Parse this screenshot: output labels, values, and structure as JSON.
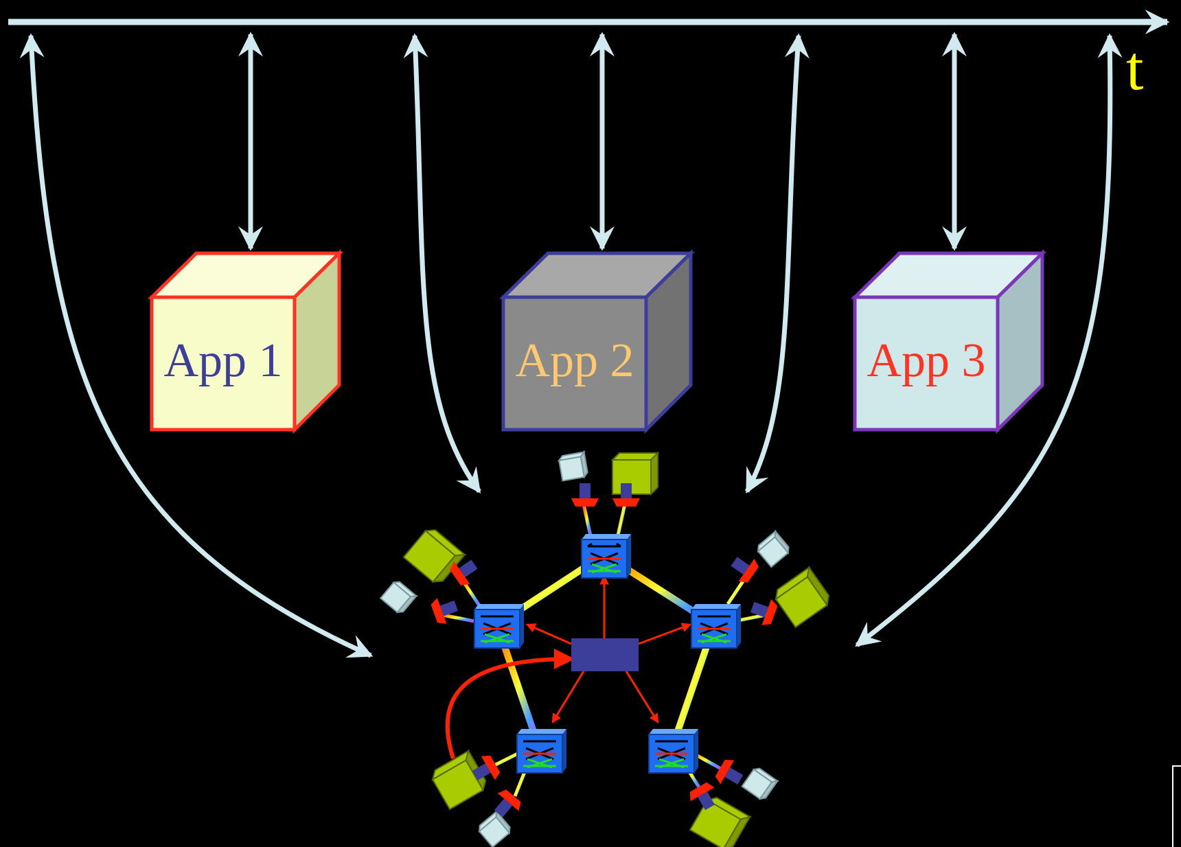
{
  "timeline": {
    "label": "t",
    "label_color": "#ffff00",
    "line_color": "#d0eaf0"
  },
  "apps": [
    {
      "label": "App 1",
      "front": "#f8fcc8",
      "top": "#fafdd8",
      "side": "#c8d398",
      "border": "#ff3322",
      "text_color": "#3d3d9a"
    },
    {
      "label": "App 2",
      "front": "#8a8a8a",
      "top": "#a8a8a8",
      "side": "#727272",
      "border": "#3d3d9a",
      "text_color": "#ffc86e"
    },
    {
      "label": "App 3",
      "front": "#cfe8ea",
      "top": "#dff0f2",
      "side": "#a6c0c3",
      "border": "#7b36b8",
      "text_color": "#ff3322"
    }
  ],
  "network": {
    "controller_color": "#3d3d9a",
    "switch_color": "#1f6df0",
    "arrow_color": "#ff2200",
    "host_large_color": "#a8cc00",
    "host_small_color": "#cfe8ea"
  },
  "corner_box": {
    "visible": true
  }
}
